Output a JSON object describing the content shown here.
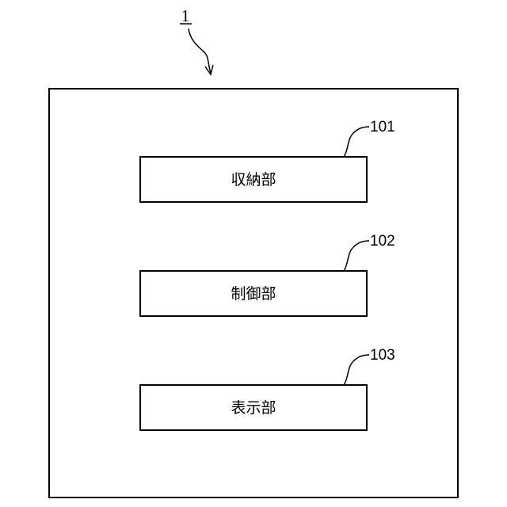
{
  "figure": {
    "ref_label": "1"
  },
  "blocks": [
    {
      "ref": "101",
      "label": "収納部"
    },
    {
      "ref": "102",
      "label": "制御部"
    },
    {
      "ref": "103",
      "label": "表示部"
    }
  ]
}
